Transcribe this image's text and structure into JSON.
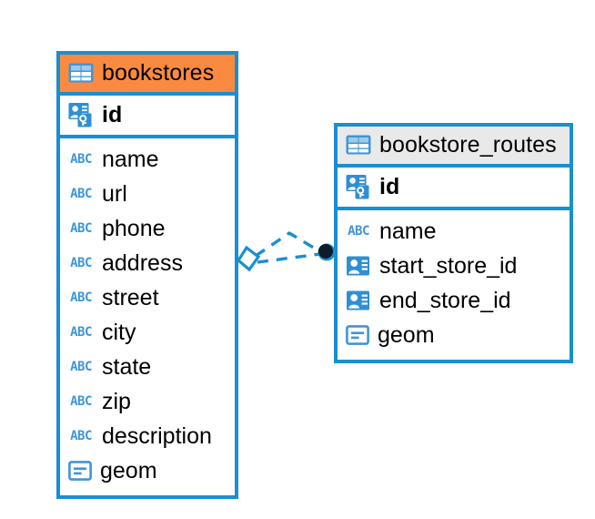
{
  "diagram": {
    "type": "entity-relationship-diagram",
    "background_color": "#ffffff",
    "accent_color": "#1a8fd0",
    "highlight_color": "#fa8a40",
    "header_gray": "#e9e9e9"
  },
  "entities": [
    {
      "name": "bookstores",
      "header_style": "orange",
      "table_icon": "table-icon",
      "primary_key": {
        "label": "id",
        "icon": "primary-key-icon"
      },
      "fields": [
        {
          "label": "name",
          "icon": "abc-text-icon",
          "type_glyph": "ABC"
        },
        {
          "label": "url",
          "icon": "abc-text-icon",
          "type_glyph": "ABC"
        },
        {
          "label": "phone",
          "icon": "abc-text-icon",
          "type_glyph": "ABC"
        },
        {
          "label": "address",
          "icon": "abc-text-icon",
          "type_glyph": "ABC"
        },
        {
          "label": "street",
          "icon": "abc-text-icon",
          "type_glyph": "ABC"
        },
        {
          "label": "city",
          "icon": "abc-text-icon",
          "type_glyph": "ABC"
        },
        {
          "label": "state",
          "icon": "abc-text-icon",
          "type_glyph": "ABC"
        },
        {
          "label": "zip",
          "icon": "abc-text-icon",
          "type_glyph": "ABC"
        },
        {
          "label": "description",
          "icon": "abc-text-icon",
          "type_glyph": "ABC"
        },
        {
          "label": "geom",
          "icon": "geometry-icon",
          "type_glyph": ""
        }
      ]
    },
    {
      "name": "bookstore_routes",
      "header_style": "gray",
      "table_icon": "table-icon",
      "primary_key": {
        "label": "id",
        "icon": "primary-key-icon"
      },
      "fields": [
        {
          "label": "name",
          "icon": "abc-text-icon",
          "type_glyph": "ABC"
        },
        {
          "label": "start_store_id",
          "icon": "foreign-key-icon",
          "type_glyph": ""
        },
        {
          "label": "end_store_id",
          "icon": "foreign-key-icon",
          "type_glyph": ""
        },
        {
          "label": "geom",
          "icon": "geometry-icon",
          "type_glyph": ""
        }
      ]
    }
  ],
  "relationship": {
    "style": "dashed",
    "color": "#1a8fd0",
    "source_marker": "diamond-marker",
    "target_marker": "filled-circle-marker",
    "target_marker_color": "#0d1b2a",
    "link_count": 2
  }
}
